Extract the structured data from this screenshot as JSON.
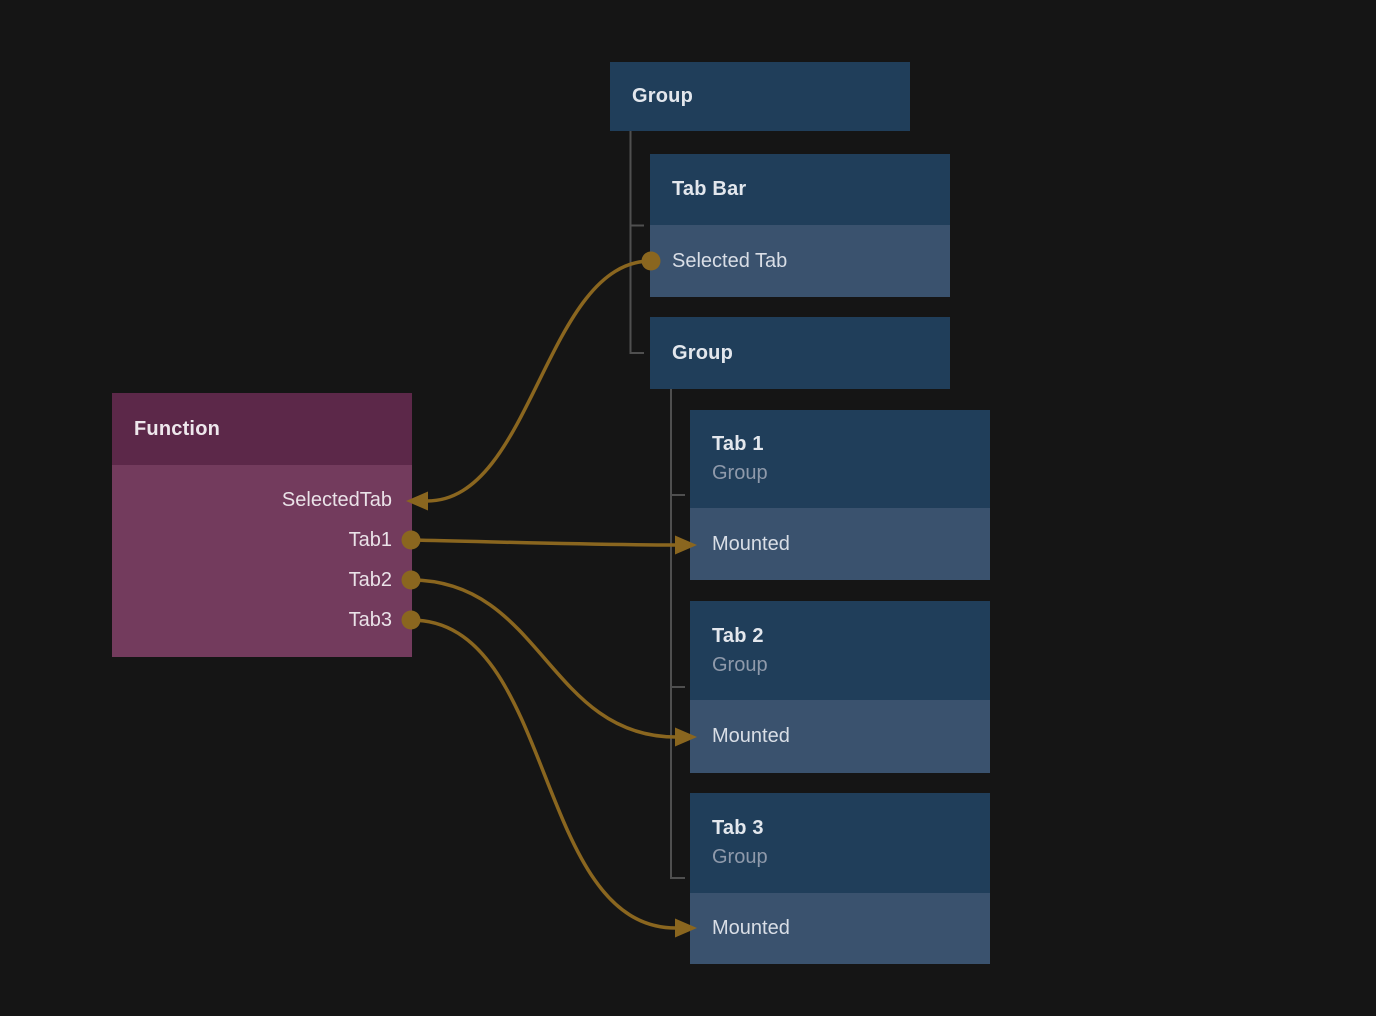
{
  "canvas": {
    "background": "#151515"
  },
  "colors": {
    "node_header_blue": "#203e5a",
    "node_row_blue": "#3a526e",
    "function_header_purple": "#5c2849",
    "function_body_purple": "#733b5d",
    "wire_gold": "#8a661f",
    "tree_line_gray": "#4f4f4f",
    "title_text": "#e3e7ed",
    "subtitle_text": "#8f9aab"
  },
  "function_node": {
    "title": "Function",
    "ports": [
      {
        "label": "SelectedTab",
        "direction": "input"
      },
      {
        "label": "Tab1",
        "direction": "output"
      },
      {
        "label": "Tab2",
        "direction": "output"
      },
      {
        "label": "Tab3",
        "direction": "output"
      }
    ]
  },
  "hierarchy": {
    "root_group": {
      "title": "Group"
    },
    "tab_bar": {
      "title": "Tab Bar",
      "property": "Selected Tab"
    },
    "inner_group": {
      "title": "Group"
    },
    "tabs": [
      {
        "title": "Tab 1",
        "subtitle": "Group",
        "property": "Mounted"
      },
      {
        "title": "Tab 2",
        "subtitle": "Group",
        "property": "Mounted"
      },
      {
        "title": "Tab 3",
        "subtitle": "Group",
        "property": "Mounted"
      }
    ]
  },
  "connections": [
    {
      "from": "Tab Bar / Selected Tab",
      "to": "Function / SelectedTab"
    },
    {
      "from": "Function / Tab1",
      "to": "Tab 1 / Mounted"
    },
    {
      "from": "Function / Tab2",
      "to": "Tab 2 / Mounted"
    },
    {
      "from": "Function / Tab3",
      "to": "Tab 3 / Mounted"
    }
  ]
}
